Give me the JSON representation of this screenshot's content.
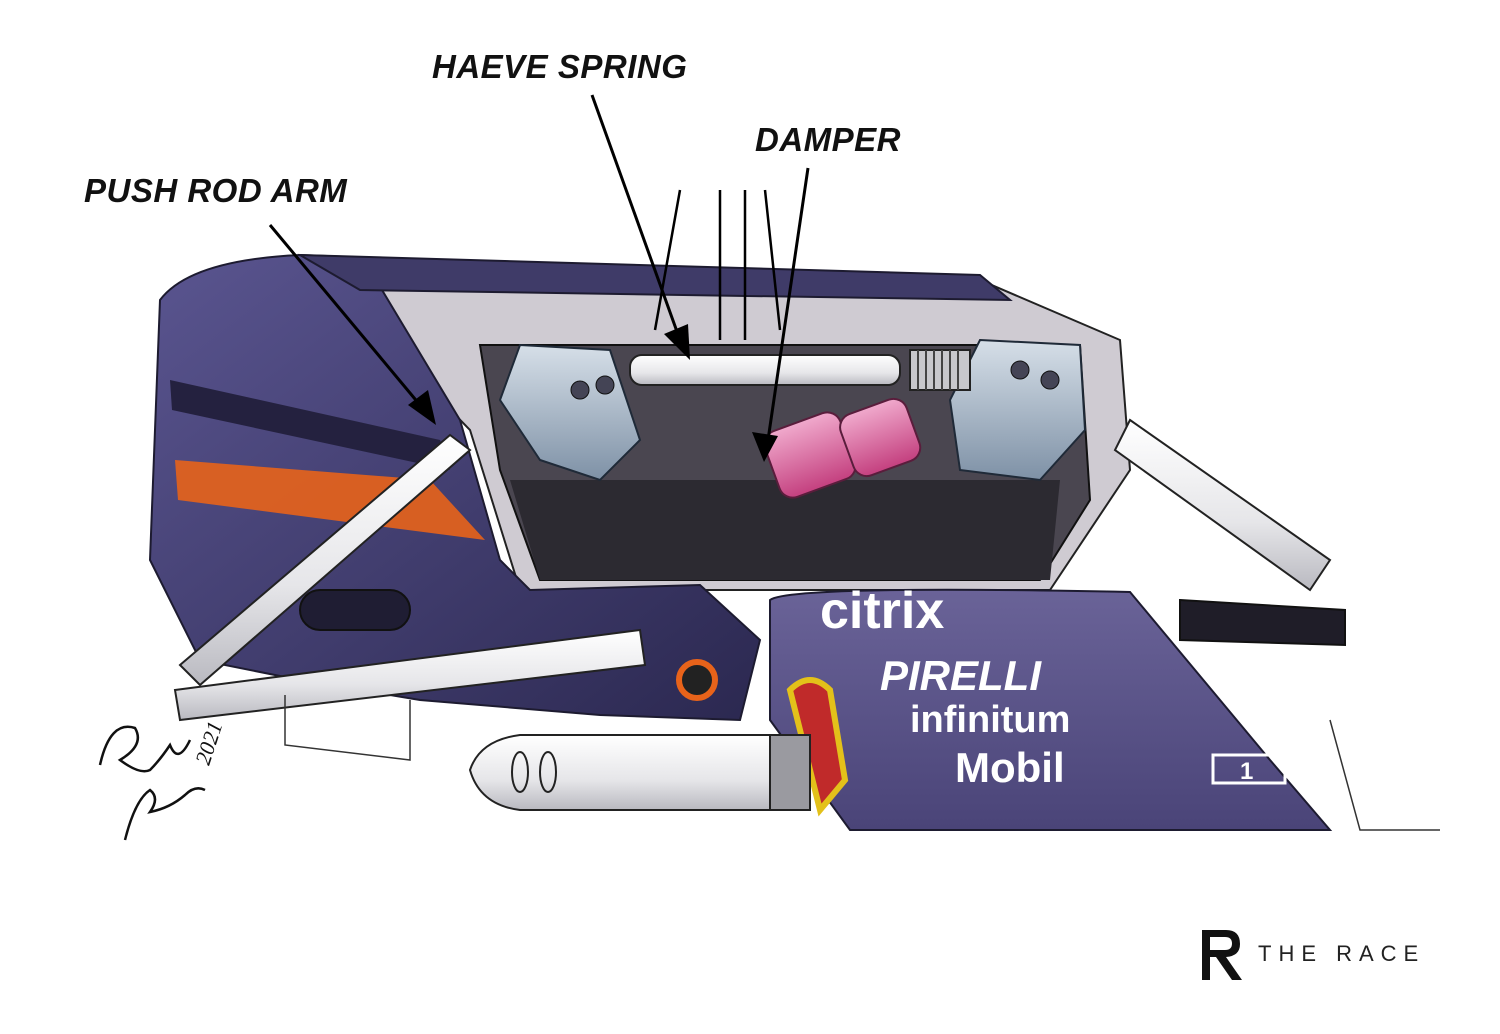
{
  "labels": {
    "haeve_spring": "HAEVE SPRING",
    "damper": "DAMPER",
    "push_rod_arm": "PUSH ROD ARM"
  },
  "sponsors": {
    "citrix": "citrix",
    "pirelli": "PIRELLI",
    "infinitum": "infinitum",
    "mobil": "Mobil",
    "mobil_number": "1"
  },
  "signature": {
    "year": "2021"
  },
  "brand": {
    "text": "THE RACE"
  },
  "colors": {
    "livery_purple": "#4b4778",
    "livery_dark": "#2a2745",
    "accent_orange": "#e8631a",
    "damper_pink": "#d9579a",
    "bracket_blue": "#9fb2c8",
    "nose_purple": "#5c5489"
  },
  "icons": {
    "brand_logo": "r-logo-icon"
  }
}
